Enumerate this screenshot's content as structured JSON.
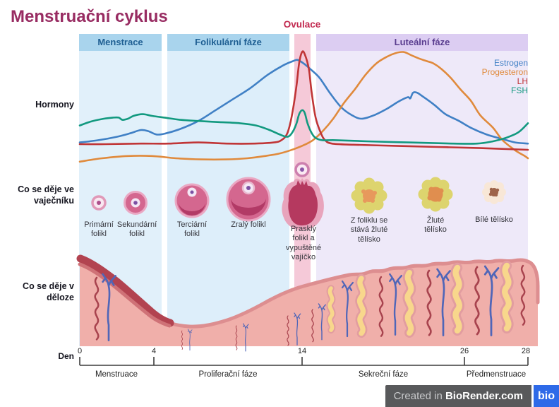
{
  "title": "Menstruační cyklus",
  "phases_top": {
    "menstrace": "Menstrace",
    "folikularni": "Folikulární fáze",
    "ovulace": "Ovulace",
    "lutealni": "Luteální fáze"
  },
  "row_labels": {
    "hormones": "Hormony",
    "ovary": "Co se děje ve\nvaječníku",
    "uterus": "Co se děje v\nděloze",
    "day": "Den"
  },
  "legend": [
    {
      "label": "Estrogen",
      "color": "#4080c5"
    },
    {
      "label": "Progesteron",
      "color": "#e08a3c"
    },
    {
      "label": "LH",
      "color": "#c03536"
    },
    {
      "label": "FSH",
      "color": "#12997f"
    }
  ],
  "chart_data": {
    "type": "line",
    "xlabel": "Den",
    "x_range": [
      0,
      28
    ],
    "day_ticks": [
      "0",
      "4",
      "14",
      "26",
      "28"
    ],
    "legend_position": "top-right",
    "grid": false,
    "series": [
      {
        "name": "Estrogen",
        "color": "#4080c5",
        "points": [
          [
            0,
            19
          ],
          [
            1,
            21
          ],
          [
            2,
            24
          ],
          [
            2.7,
            27
          ],
          [
            3.3,
            30
          ],
          [
            3.7,
            29
          ],
          [
            4.2,
            26
          ],
          [
            4.8,
            27
          ],
          [
            5.8,
            31
          ],
          [
            7,
            38
          ],
          [
            8.1,
            47
          ],
          [
            9.3,
            57
          ],
          [
            10.5,
            67
          ],
          [
            11.7,
            79
          ],
          [
            12.7,
            87
          ],
          [
            13.4,
            91
          ],
          [
            13.7,
            92
          ],
          [
            14.1,
            89
          ],
          [
            14.6,
            84
          ],
          [
            15.3,
            76
          ],
          [
            16.1,
            62
          ],
          [
            16.9,
            50
          ],
          [
            17.7,
            43
          ],
          [
            18.4,
            40
          ],
          [
            19.3,
            43
          ],
          [
            20.3,
            49
          ],
          [
            21.1,
            55
          ],
          [
            21.8,
            59
          ],
          [
            22,
            58
          ],
          [
            22.2,
            63
          ],
          [
            22.5,
            63
          ],
          [
            23,
            59
          ],
          [
            23.8,
            52
          ],
          [
            24.6,
            44
          ],
          [
            25.6,
            38
          ],
          [
            26.2,
            32
          ],
          [
            26.7,
            26
          ],
          [
            27.2,
            22
          ],
          [
            27.6,
            19
          ],
          [
            28,
            18
          ]
        ]
      },
      {
        "name": "Progesteron",
        "color": "#e08a3c",
        "points": [
          [
            0,
            2
          ],
          [
            1.2,
            5
          ],
          [
            2.6,
            7
          ],
          [
            3.9,
            7
          ],
          [
            5.5,
            5
          ],
          [
            7.2,
            4
          ],
          [
            8.9,
            4
          ],
          [
            10.3,
            5
          ],
          [
            11.5,
            7
          ],
          [
            12.4,
            9
          ],
          [
            13.2,
            12
          ],
          [
            14,
            16
          ],
          [
            14.8,
            21
          ],
          [
            15.6,
            30
          ],
          [
            16.3,
            40
          ],
          [
            17.1,
            54
          ],
          [
            17.9,
            66
          ],
          [
            18.7,
            79
          ],
          [
            19.5,
            89
          ],
          [
            20.3,
            95
          ],
          [
            20.9,
            98
          ],
          [
            21.5,
            99
          ],
          [
            22.1,
            96
          ],
          [
            22.7,
            93
          ],
          [
            23.2,
            91
          ],
          [
            23.7,
            89
          ],
          [
            24.3,
            84
          ],
          [
            25,
            76
          ],
          [
            25.7,
            66
          ],
          [
            26.2,
            56
          ],
          [
            26.5,
            43
          ],
          [
            26.9,
            32
          ],
          [
            27.2,
            21
          ],
          [
            27.6,
            12
          ],
          [
            27.9,
            7
          ],
          [
            28,
            5
          ]
        ]
      },
      {
        "name": "LH",
        "color": "#c03536",
        "points": [
          [
            0,
            17.5
          ],
          [
            1.4,
            17.5
          ],
          [
            3.3,
            18
          ],
          [
            5,
            18
          ],
          [
            7,
            19
          ],
          [
            8.9,
            18
          ],
          [
            10.8,
            18
          ],
          [
            12.1,
            19
          ],
          [
            12.6,
            21
          ],
          [
            13,
            27
          ],
          [
            13.3,
            42
          ],
          [
            13.6,
            67
          ],
          [
            13.8,
            89
          ],
          [
            14,
            99
          ],
          [
            14.2,
            97
          ],
          [
            14.5,
            84
          ],
          [
            14.7,
            64
          ],
          [
            15,
            41
          ],
          [
            15.4,
            27
          ],
          [
            15.7,
            21
          ],
          [
            16.2,
            18
          ],
          [
            17.8,
            17
          ],
          [
            20.9,
            16
          ],
          [
            24,
            15
          ],
          [
            26.5,
            14
          ],
          [
            28,
            12.5
          ]
        ]
      },
      {
        "name": "FSH",
        "color": "#12997f",
        "points": [
          [
            0,
            34
          ],
          [
            0.6,
            37.5
          ],
          [
            1.3,
            40
          ],
          [
            1.8,
            41
          ],
          [
            2.1,
            41
          ],
          [
            2.3,
            39
          ],
          [
            2.6,
            40
          ],
          [
            2.9,
            42.5
          ],
          [
            3.4,
            44
          ],
          [
            3.9,
            42.5
          ],
          [
            4.7,
            41
          ],
          [
            5.8,
            39
          ],
          [
            7,
            38
          ],
          [
            8.4,
            37
          ],
          [
            9.8,
            36
          ],
          [
            10.9,
            34
          ],
          [
            11.8,
            30
          ],
          [
            12.5,
            26
          ],
          [
            13,
            24
          ],
          [
            13.3,
            27
          ],
          [
            13.6,
            35
          ],
          [
            13.8,
            44
          ],
          [
            14,
            47.5
          ],
          [
            14.2,
            45
          ],
          [
            14.4,
            36
          ],
          [
            14.7,
            27.5
          ],
          [
            15,
            23
          ],
          [
            15.5,
            21
          ],
          [
            16.5,
            21
          ],
          [
            18.8,
            20
          ],
          [
            21.9,
            19
          ],
          [
            25.1,
            18
          ],
          [
            26.4,
            18
          ],
          [
            26.9,
            20
          ],
          [
            27.3,
            23
          ],
          [
            27.7,
            28
          ],
          [
            28,
            36
          ]
        ]
      }
    ]
  },
  "follicles": [
    {
      "label": "Primární\nfolikl"
    },
    {
      "label": "Sekundární\nfolikl"
    },
    {
      "label": "Terciární\nfolikl"
    },
    {
      "label": "Zralý folikl"
    },
    {
      "label": "Prasklý\nfolikl a\nvypuštěné\nvajíčko"
    },
    {
      "label": "Z foliklu se\nstává žluté\ntělísko"
    },
    {
      "label": "Žluté\ntělísko"
    },
    {
      "label": "Bílé tělísko"
    }
  ],
  "phases_bottom": [
    "Menstruace",
    "Proliferační fáze",
    "Sekreční fáze",
    "Předmenstruace"
  ],
  "footer": {
    "created_in": "Created in ",
    "brand": "BioRender.com",
    "logo": "bio"
  },
  "colors": {
    "band_header_blue": "#a9d4ed",
    "band_body_blue": "#e1f0fa",
    "band_header_purple": "#dccdf2",
    "band_body_purple": "#eee9f9",
    "ovulation_strip": "#f5c9d8",
    "title": "#982c62",
    "ovulace_text": "#c22a50"
  }
}
